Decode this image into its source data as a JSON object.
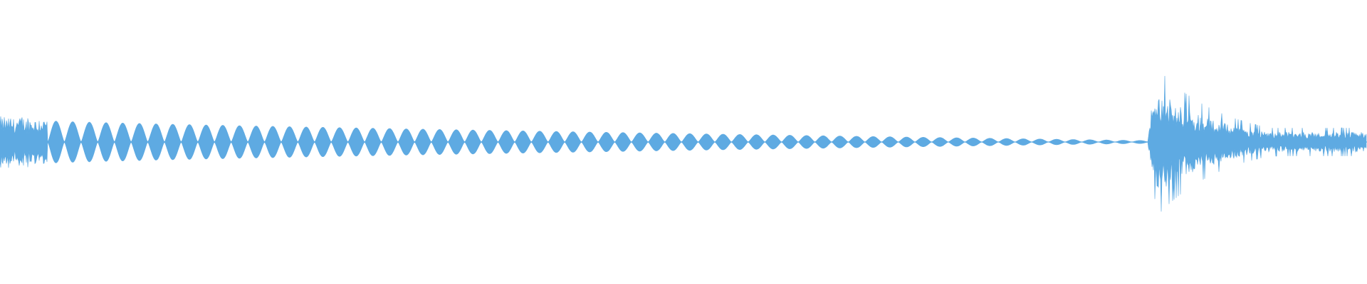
{
  "waveform": {
    "color": "#5eaae2",
    "background": "#ffffff",
    "segments": [
      {
        "kind": "noise",
        "start": 0.0,
        "end": 0.035,
        "amplitude": 0.2
      },
      {
        "kind": "pulse-train",
        "start": 0.035,
        "end": 0.84,
        "pulse_count": 66,
        "amplitude_start": 0.15,
        "amplitude_end": 0.01
      },
      {
        "kind": "noise-burst",
        "start": 0.84,
        "end": 1.0,
        "peak_amplitude": 0.52,
        "tail_amplitude": 0.1
      }
    ]
  }
}
